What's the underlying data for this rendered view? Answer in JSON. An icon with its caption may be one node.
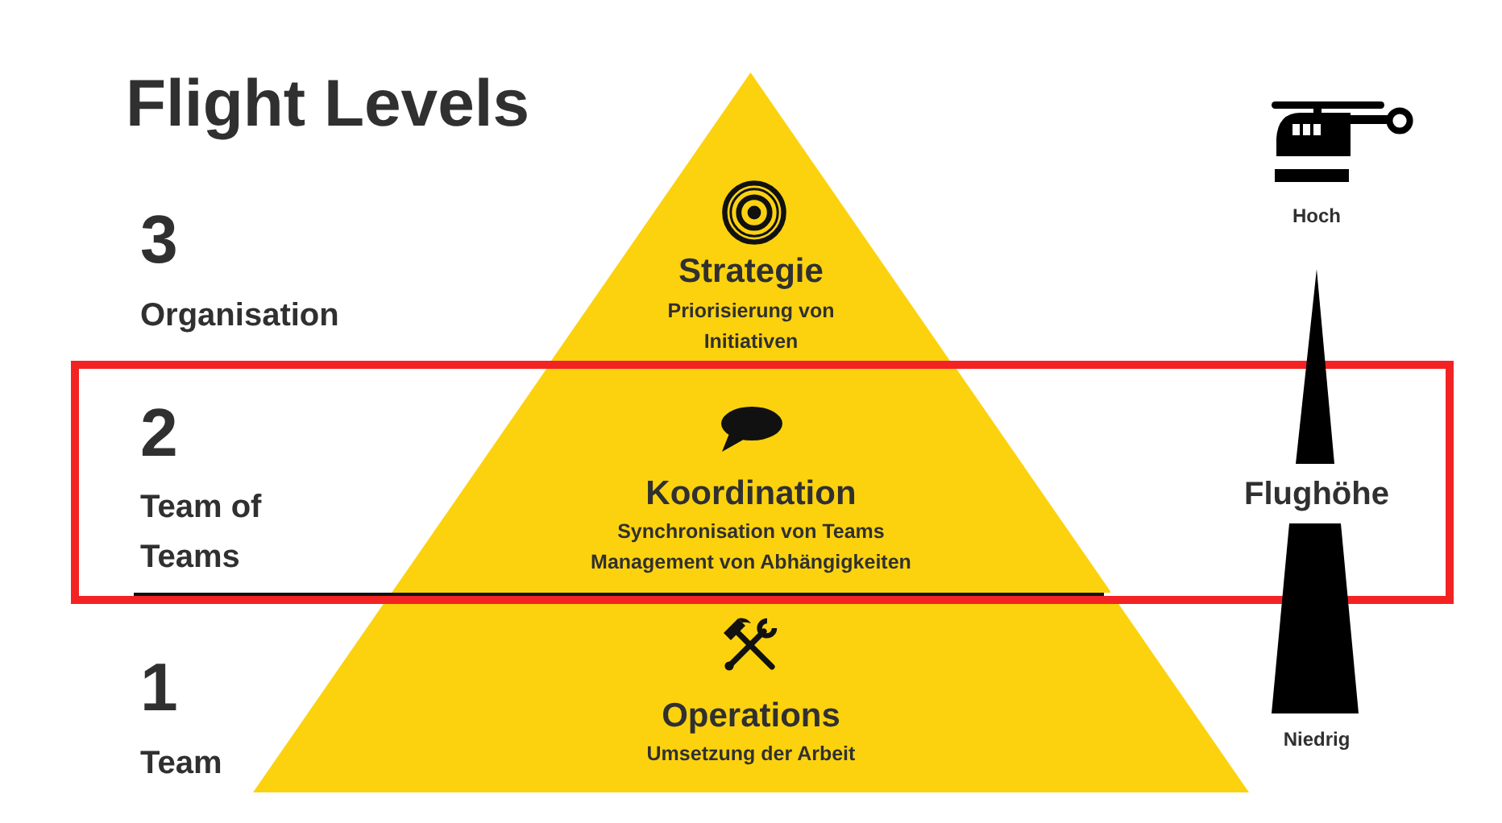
{
  "diagram": {
    "title": "Flight Levels",
    "nodes": [
      {
        "text": [
          "Strategie",
          "Priorisierung von Initiativen"
        ],
        "beside": [
          "3",
          "Organisation"
        ]
      },
      {
        "text": [
          "Koordination",
          "Synchronisation von Teams",
          "Management von Abhängigkeiten"
        ],
        "beside": [
          "2",
          "Team of Teams"
        ]
      },
      {
        "text": [
          "Operations",
          "Umsetzung der Arbeit"
        ],
        "beside": [
          "1",
          "Team"
        ]
      }
    ],
    "labels": [
      "Hoch",
      "Flughöhe",
      "Niedrig"
    ]
  }
}
